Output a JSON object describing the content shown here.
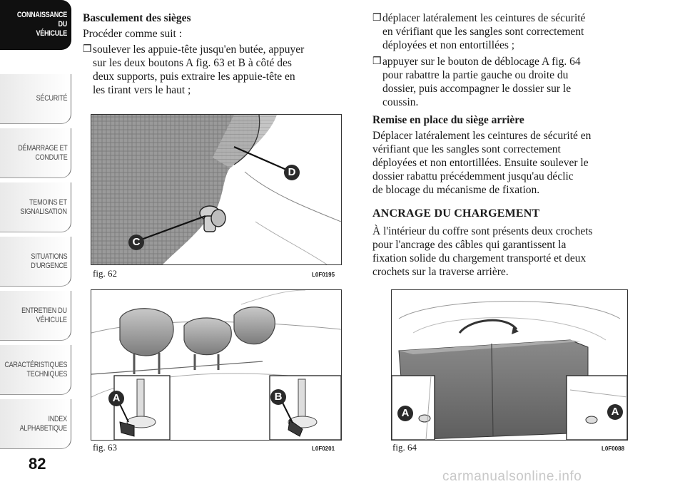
{
  "sidebar": {
    "tabs": [
      {
        "label": "CONNAISSANCE DU\nVÉHICULE",
        "active": true
      },
      {
        "label": "SÉCURITÉ",
        "active": false
      },
      {
        "label": "DÉMARRAGE ET\nCONDUITE",
        "active": false
      },
      {
        "label": "TEMOINS ET\nSIGNALISATION",
        "active": false
      },
      {
        "label": "SITUATIONS\nD'URGENCE",
        "active": false
      },
      {
        "label": "ENTRETIEN DU\nVÉHICULE",
        "active": false
      },
      {
        "label": "CARACTÉRISTIQUES\nTECHNIQUES",
        "active": false
      },
      {
        "label": "INDEX\nALPHABETIQUE",
        "active": false
      }
    ],
    "page_number": "82"
  },
  "left": {
    "heading": "Basculement des sièges",
    "intro": "Procéder comme suit :",
    "bullet1": [
      "soulever les appuie-tête jusqu'en butée, appuyer",
      "sur les deux boutons A fig. 63 et B à côté des",
      "deux supports, puis extraire les appuie-tête en",
      "les tirant vers le haut ;"
    ]
  },
  "right": {
    "bullet2": [
      "déplacer latéralement les ceintures de sécurité",
      "en vérifiant que les sangles sont correctement",
      "déployées et non entortillées ;"
    ],
    "bullet3": [
      "appuyer sur le bouton de déblocage A fig. 64",
      "pour rabattre la partie gauche ou droite du",
      "dossier, puis accompagner le dossier sur le",
      "coussin."
    ],
    "heading2": "Remise en place du siège arrière",
    "para2": [
      "Déplacer latéralement les ceintures de sécurité en",
      "vérifiant que les sangles sont correctement",
      "déployées et non entortillées. Ensuite soulever le",
      "dossier rabattu précédemment jusqu'au déclic",
      "de blocage du mécanisme de fixation."
    ],
    "section": "ANCRAGE DU CHARGEMENT",
    "para3": [
      "À l'intérieur du coffre sont présents deux crochets",
      "pour l'ancrage des câbles qui garantissent la",
      "fixation solide du chargement transporté et deux",
      "crochets sur la traverse arrière."
    ]
  },
  "bullet_glyph": "❒",
  "figures": {
    "fig62": {
      "caption": "fig. 62",
      "code": "L0F0195",
      "labels": [
        "D",
        "C"
      ]
    },
    "fig63": {
      "caption": "fig. 63",
      "code": "L0F0201",
      "labels": [
        "A",
        "B"
      ]
    },
    "fig64": {
      "caption": "fig. 64",
      "code": "L0F0088",
      "labels": [
        "A",
        "A"
      ]
    }
  },
  "watermark": "carmanualsonline.info",
  "colors": {
    "label_badge": "#2a2a2a",
    "tab_active": "#101010"
  }
}
